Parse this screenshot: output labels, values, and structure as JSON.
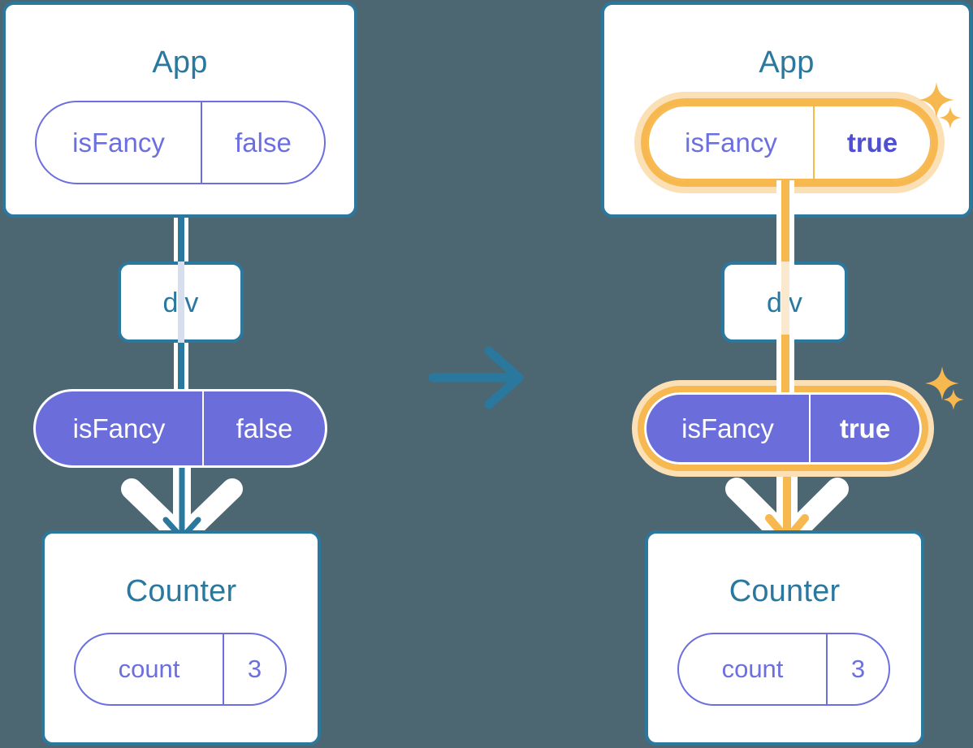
{
  "diagram": {
    "type": "react-state-propagation",
    "background_color": "#4C6672",
    "accent_blue": "#2B789E",
    "accent_purple": "#6B6EDA",
    "accent_highlight": "#F7B84F",
    "accent_highlight_glow": "#FBE0B6",
    "transition_arrow": "right-arrow-icon"
  },
  "left": {
    "app": {
      "title": "App",
      "state": {
        "name": "isFancy",
        "value": "false",
        "highlighted": false,
        "style": "outline"
      }
    },
    "div": {
      "label": "div"
    },
    "prop": {
      "name": "isFancy",
      "value": "false",
      "highlighted": false,
      "style": "filled"
    },
    "counter": {
      "title": "Counter",
      "state": {
        "name": "count",
        "value": "3",
        "highlighted": false,
        "style": "outline"
      }
    }
  },
  "right": {
    "app": {
      "title": "App",
      "state": {
        "name": "isFancy",
        "value": "true",
        "highlighted": true,
        "style": "outline"
      }
    },
    "div": {
      "label": "div"
    },
    "prop": {
      "name": "isFancy",
      "value": "true",
      "highlighted": true,
      "style": "filled"
    },
    "counter": {
      "title": "Counter",
      "state": {
        "name": "count",
        "value": "3",
        "highlighted": false,
        "style": "outline"
      }
    }
  },
  "sparkles": {
    "app_sparkle_big": "sparkle-icon",
    "app_sparkle_small": "sparkle-icon",
    "prop_sparkle_big": "sparkle-icon",
    "prop_sparkle_small": "sparkle-icon"
  }
}
